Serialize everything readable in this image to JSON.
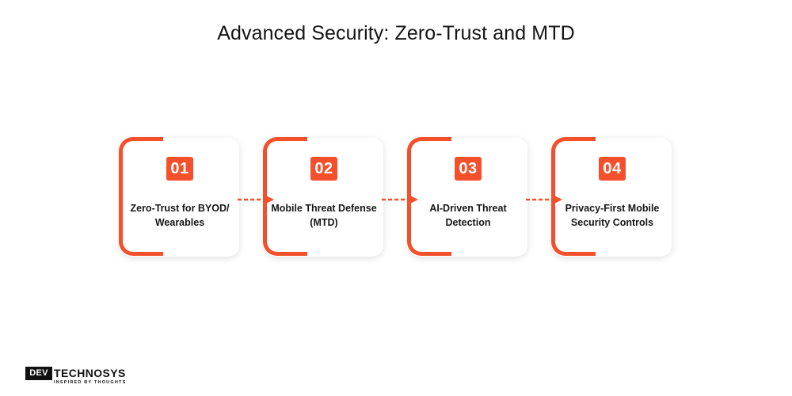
{
  "title": "Advanced Security: Zero-Trust and MTD",
  "steps": [
    {
      "number": "01",
      "label": "Zero-Trust for BYOD/ Wearables"
    },
    {
      "number": "02",
      "label": "Mobile Threat Defense (MTD)"
    },
    {
      "number": "03",
      "label": "AI-Driven Threat Detection"
    },
    {
      "number": "04",
      "label": "Privacy-First Mobile Security Controls"
    }
  ],
  "colors": {
    "accent": "#f4502c",
    "text": "#161616",
    "card": "#ffffff"
  },
  "logo": {
    "mark": "DEV",
    "word": "TECHNOSYS",
    "tagline": "INSPIRED BY THOUGHTS"
  }
}
